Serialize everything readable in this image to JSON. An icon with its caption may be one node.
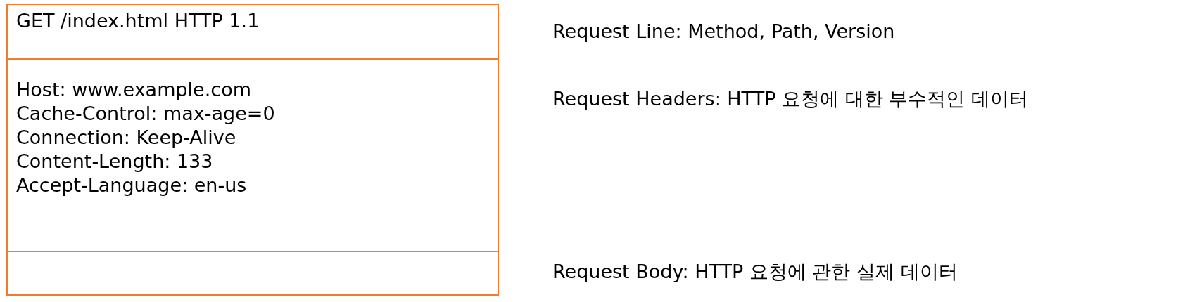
{
  "diagram": {
    "nodes": [
      {
        "text": [
          "GET /index.html HTTP 1.1"
        ],
        "beside": [
          "Request Line: Method, Path, Version"
        ]
      },
      {
        "text": [
          "Host: www.example.com",
          "Cache-Control: max-age=0",
          "Connection: Keep-Alive",
          "Content-Length: 133",
          "Accept-Language: en-us"
        ],
        "beside": [
          "Request Headers: HTTP 요청에 대한 부수적인 데이터"
        ]
      },
      {
        "text": [],
        "shape": "box",
        "beside": [
          "Request Body: HTTP 요청에 관한 실제 데이터"
        ]
      }
    ]
  }
}
